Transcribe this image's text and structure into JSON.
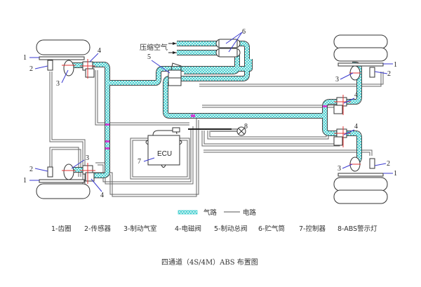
{
  "title": "四通道（4S/4M）ABS 布置图",
  "labels": {
    "compressed_air": "压缩空气",
    "ecu": "ECU",
    "n1": "1",
    "n2": "2",
    "n3": "3",
    "n4": "4",
    "n5": "5",
    "n6": "6",
    "n7": "7",
    "n8": "8"
  },
  "legend": {
    "air_line": "气路",
    "electric_line": "电路"
  },
  "components": [
    {
      "num": "1",
      "text": "1-齿圈"
    },
    {
      "num": "2",
      "text": "2-传感器"
    },
    {
      "num": "3",
      "text": "3-制动气室"
    },
    {
      "num": "4",
      "text": "4-电磁阀"
    },
    {
      "num": "5",
      "text": "5-制动总阀"
    },
    {
      "num": "6",
      "text": "6-贮气筒"
    },
    {
      "num": "7",
      "text": "7-控制器"
    },
    {
      "num": "8",
      "text": "8-ABS警示灯"
    }
  ],
  "colors": {
    "air_pipe": "#5ad6d6",
    "electric_line": "#555555",
    "leader": "#3a3ad0",
    "valve_mark": "#e03030",
    "junction": "#d040d0"
  }
}
